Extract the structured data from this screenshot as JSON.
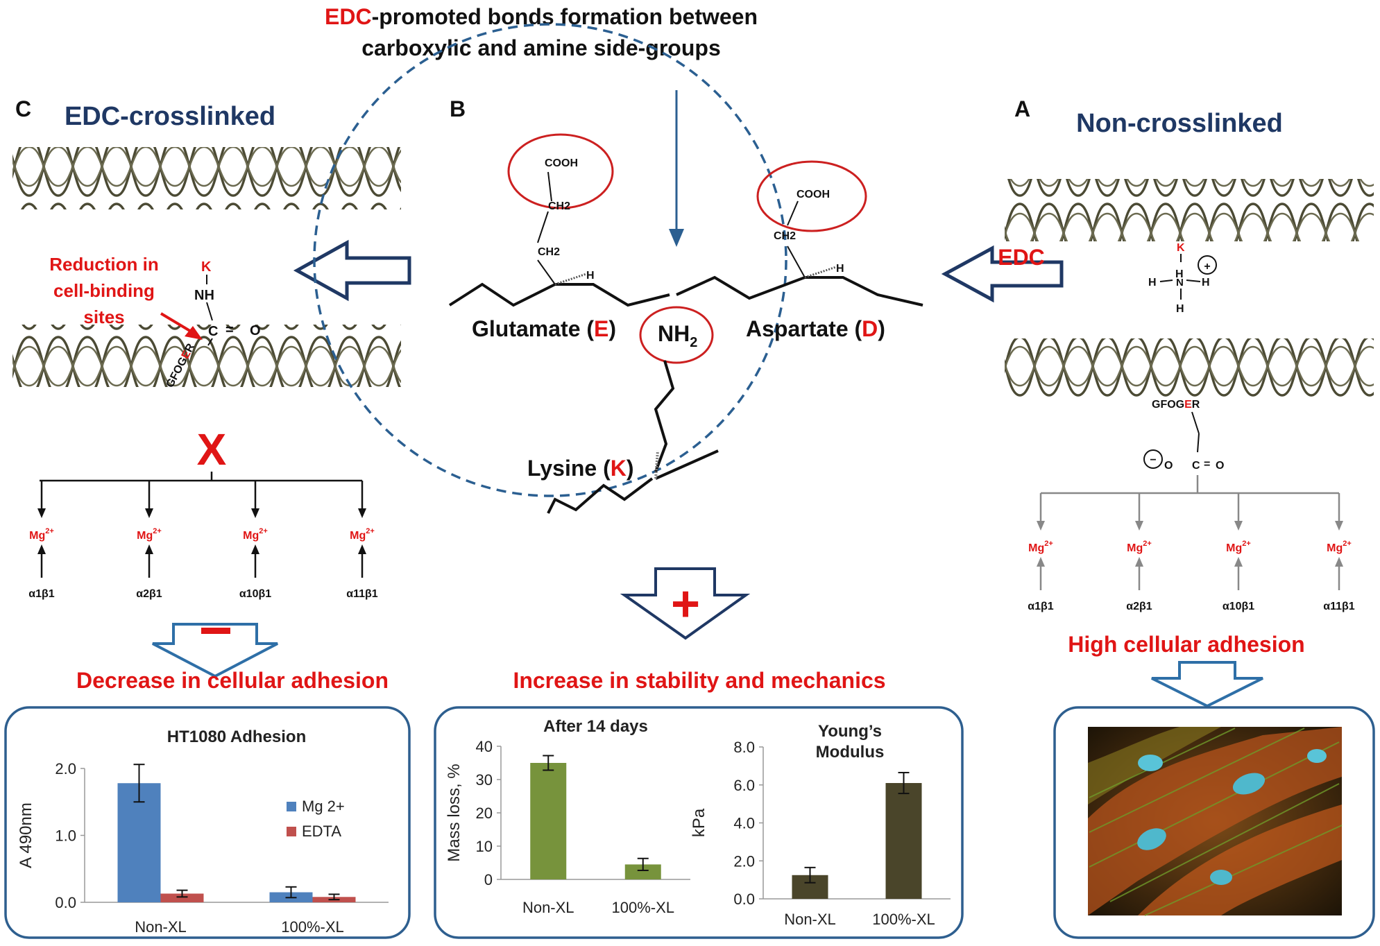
{
  "top_caption": {
    "line1_red": "EDC",
    "line1_rest": "-promoted bonds formation between",
    "line2": "carboxylic and amine side-groups"
  },
  "panels": {
    "c": {
      "letter": "C",
      "title": "EDC-crosslinked",
      "reduction": [
        "Reduction in",
        "cell-binding",
        "sites"
      ],
      "outcome": "Decrease in cellular adhesion"
    },
    "b": {
      "letter": "B",
      "outcome": "Increase in stability and mechanics"
    },
    "a": {
      "letter": "A",
      "title": "Non-crosslinked",
      "edc_label": "EDC",
      "outcome": "High cellular adhesion"
    }
  },
  "chemistry": {
    "cooh": "COOH",
    "ch2": "CH2",
    "h": "H",
    "nh2": "NH",
    "sub2": "2",
    "glutamate": "Glutamate (",
    "glutamate_code": "E",
    "close": ")",
    "aspartate": "Aspartate (",
    "aspartate_code": "D",
    "lysine": "Lysine  (",
    "lysine_code": "K",
    "k": "K",
    "nh": "NH",
    "c": "C",
    "o": "O",
    "eq": "=",
    "gfoger_left": "GFOG",
    "gfoger_e": "E",
    "gfoger_r": "R",
    "plus": "+",
    "minus": "−",
    "cross": "X",
    "big_plus": "+",
    "big_minus": "−"
  },
  "integrins": {
    "ion": "Mg",
    "ion_sup": "2+",
    "names": [
      "α1β1",
      "α2β1",
      "α10β1",
      "α11β1"
    ]
  },
  "chart_data": [
    {
      "type": "bar",
      "title": "HT1080  Adhesion",
      "ylabel": "A 490nm",
      "ylim": [
        0,
        2.0
      ],
      "yticks": [
        "0.0",
        "1.0",
        "2.0"
      ],
      "categories": [
        "Non-XL",
        "100%-XL"
      ],
      "series": [
        {
          "name": "Mg 2+",
          "color": "#4f81bd",
          "values": [
            1.78,
            0.15
          ],
          "errors": [
            0.28,
            0.08
          ]
        },
        {
          "name": "EDTA",
          "color": "#c0504d",
          "values": [
            0.13,
            0.08
          ],
          "errors": [
            0.05,
            0.04
          ]
        }
      ]
    },
    {
      "type": "bar",
      "title": "After 14 days",
      "ylabel": "Mass loss, %",
      "ylim": [
        0,
        40
      ],
      "yticks": [
        "0",
        "10",
        "20",
        "30",
        "40"
      ],
      "categories": [
        "Non-XL",
        "100%-XL"
      ],
      "series": [
        {
          "color": "#77933c",
          "values": [
            35,
            4.5
          ],
          "errors": [
            2.2,
            1.8
          ]
        }
      ]
    },
    {
      "type": "bar",
      "title_lines": [
        "Young’s",
        "Modulus"
      ],
      "ylabel": "kPa",
      "ylim": [
        0,
        8.0
      ],
      "yticks": [
        "0.0",
        "2.0",
        "4.0",
        "6.0",
        "8.0"
      ],
      "categories": [
        "Non-XL",
        "100%-XL"
      ],
      "series": [
        {
          "color": "#4a452a",
          "values": [
            1.25,
            6.1
          ],
          "errors": [
            0.4,
            0.55
          ]
        }
      ]
    }
  ]
}
